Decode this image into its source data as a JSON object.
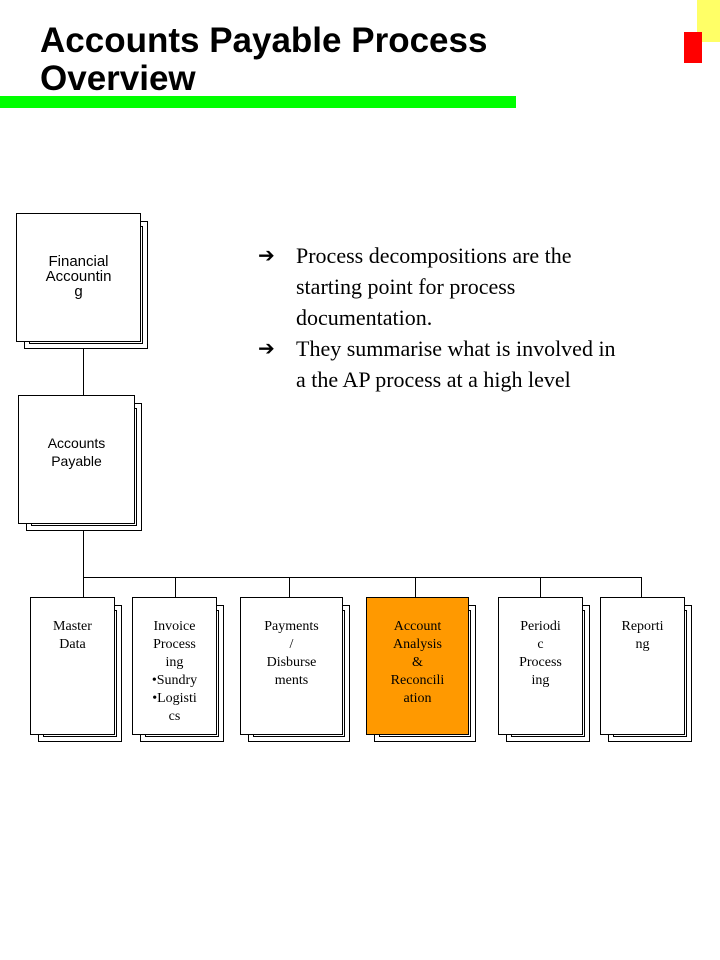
{
  "slide": {
    "title": "Accounts Payable Process Overview",
    "colors": {
      "title_bar": "#00ff00",
      "highlight": "#ff9900",
      "corner_red": "#ff0000",
      "corner_yellow": "#ffff66"
    }
  },
  "hierarchy": {
    "root": [
      "Financial",
      "Accountin",
      "g"
    ],
    "level2": [
      "Accounts",
      "Payable"
    ],
    "children": [
      {
        "lines": [
          "Master",
          "Data"
        ]
      },
      {
        "lines": [
          "Invoice",
          "Process",
          "ing",
          "•Sundry",
          "•Logisti",
          "cs"
        ]
      },
      {
        "lines": [
          "Payments",
          "/",
          "Disburse",
          "ments"
        ]
      },
      {
        "lines": [
          "Account",
          "Analysis",
          "&",
          "Reconcili",
          "ation"
        ],
        "highlighted": true
      },
      {
        "lines": [
          "Periodi",
          "c",
          "Process",
          "ing"
        ]
      },
      {
        "lines": [
          "Reporti",
          "ng"
        ]
      }
    ]
  },
  "bullets": {
    "icon": "arrow-right-icon",
    "items": [
      "Process decompositions are the starting point for process documentation.",
      "They summarise what is involved in a  the AP process at a high level"
    ]
  }
}
